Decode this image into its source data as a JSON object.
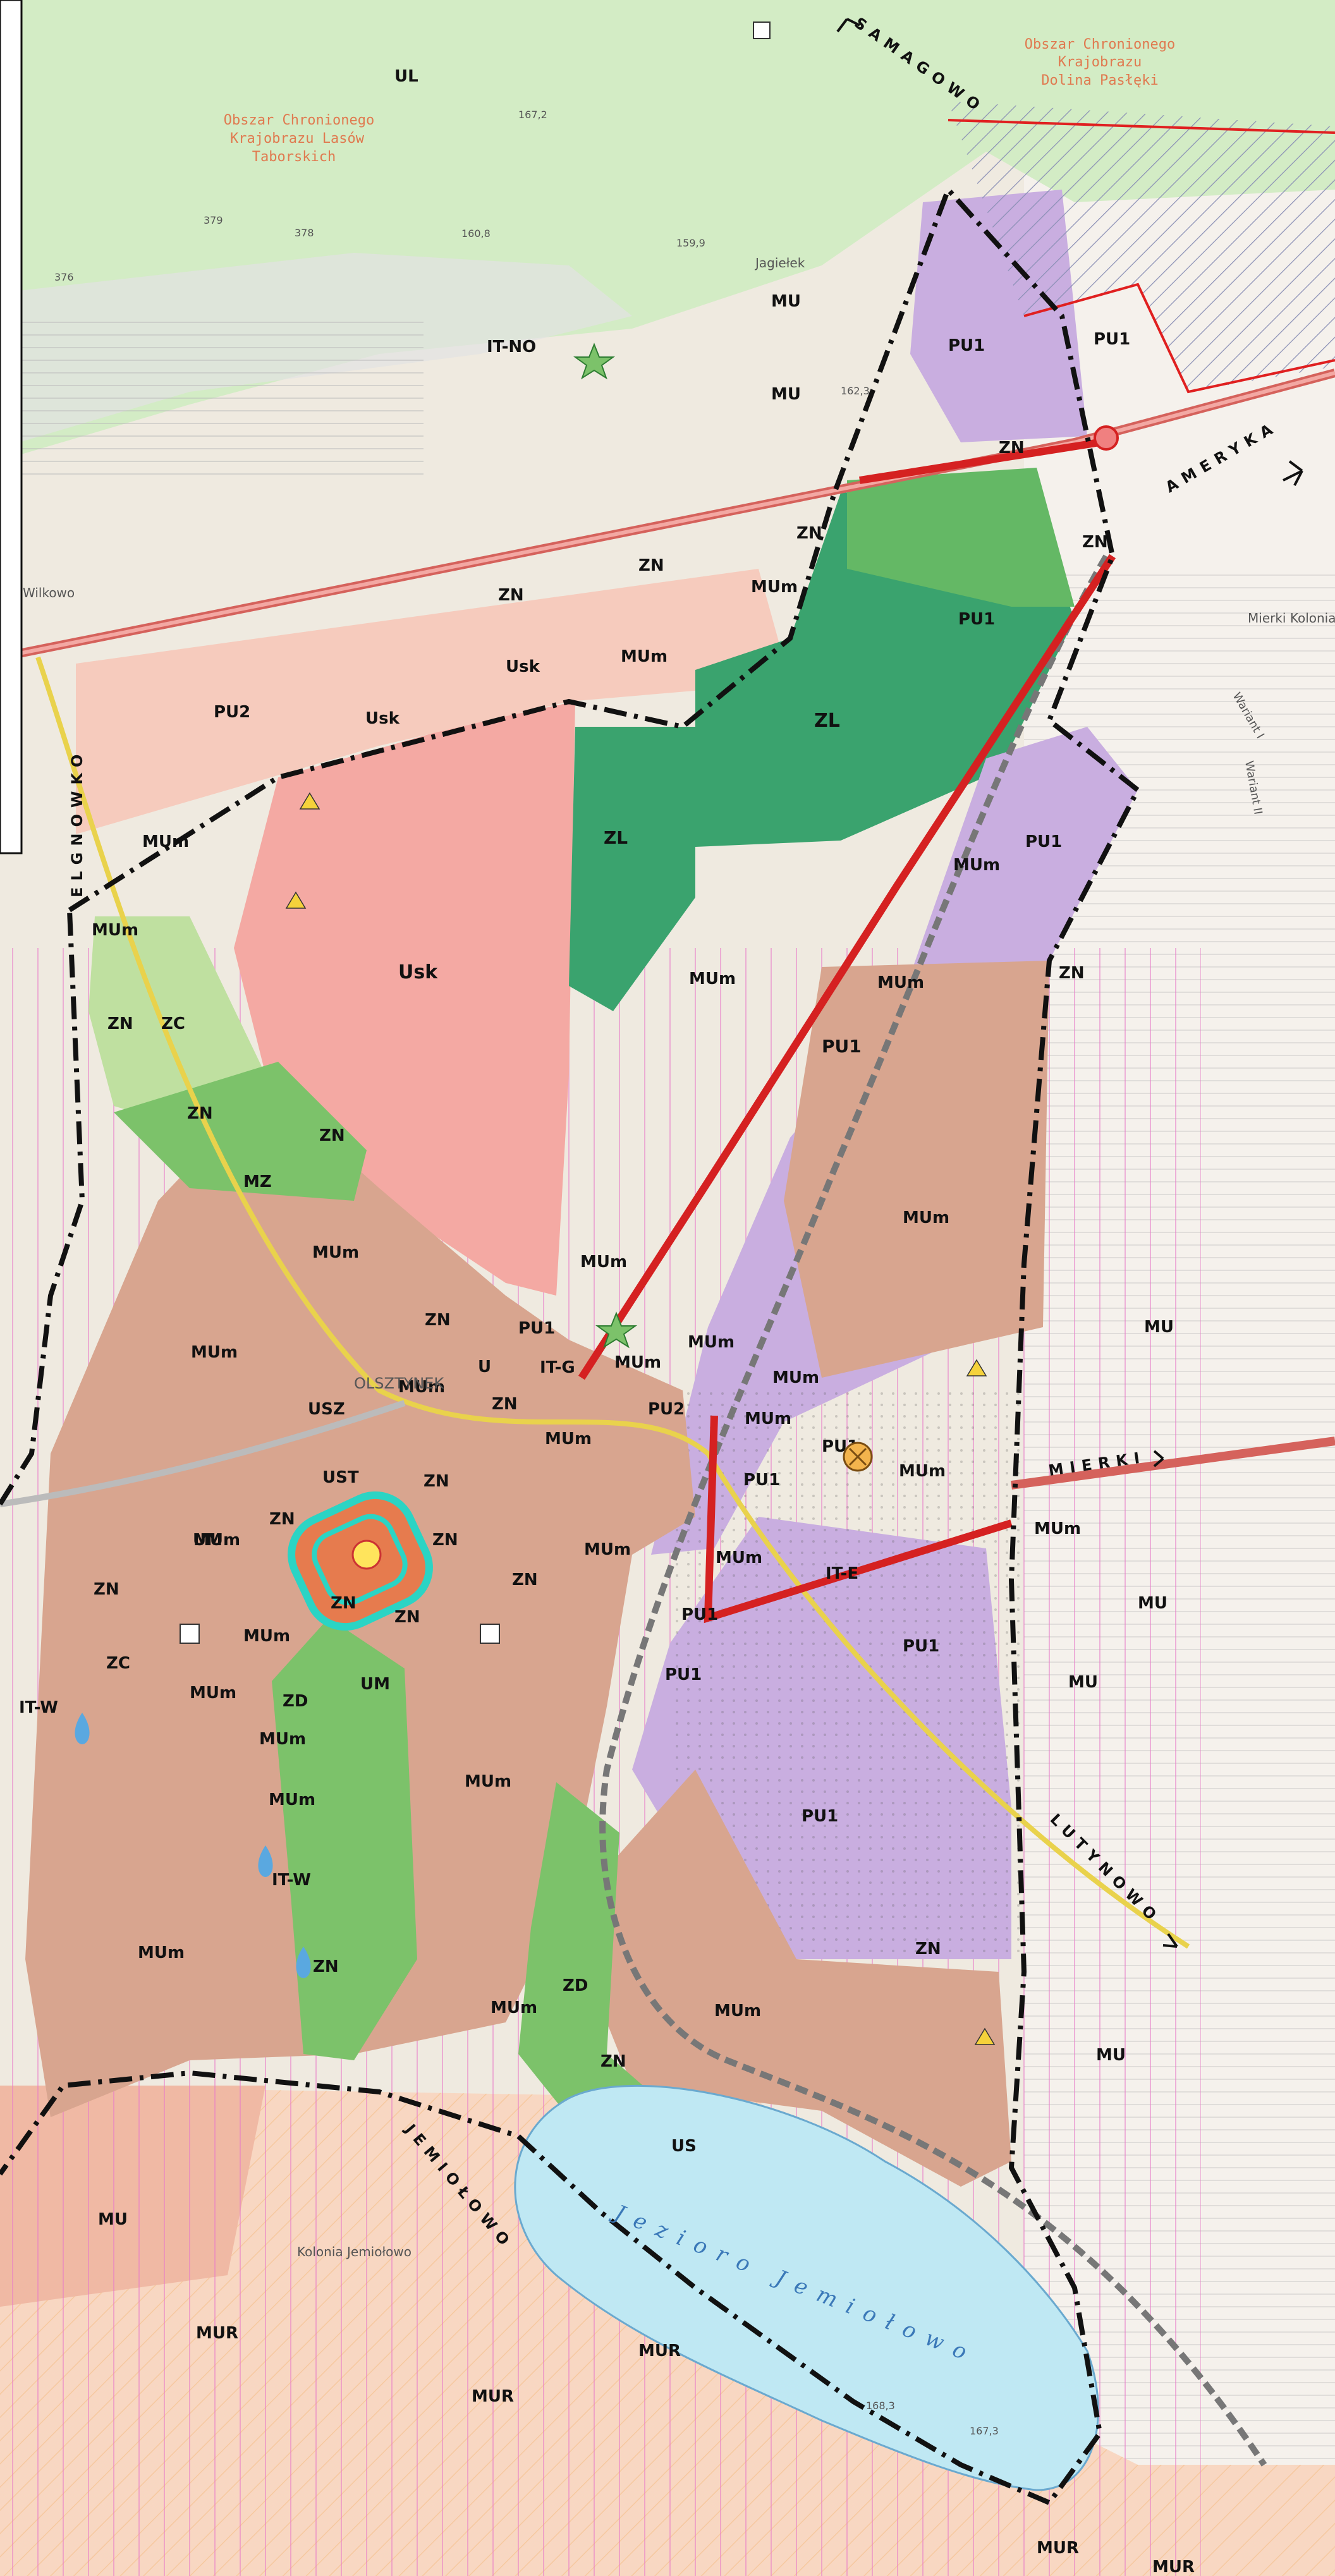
{
  "zones": {
    "pu1_north": "PU1",
    "pu1_hatched": "PU1",
    "zn_a": "ZN",
    "zn_b": "ZN",
    "pu1_c": "PU1",
    "zl_big": "ZL",
    "zl_left": "ZL",
    "pu1_e": "PU1",
    "zn_east": "ZN",
    "mum_a": "MUm",
    "mum_b": "MUm",
    "mum_c": "MUm",
    "pu1_f": "PU1",
    "mum_d": "MUm",
    "usk_main": "Usk",
    "usk_top": "Usk",
    "usk_top2": "Usk",
    "mum_top": "MUm",
    "zn_top1": "ZN",
    "zn_top2": "ZN",
    "zn_top3": "ZN",
    "pu2_left": "PU2",
    "mum_left_top": "MUm",
    "mum_w1": "MUm",
    "zn_w1": "ZN",
    "zc_w": "ZC",
    "zn_w2": "ZN",
    "zn_w3": "ZN",
    "mz": "MZ",
    "mum_w2": "MUm",
    "mum_w3": "MUm",
    "zn_c1": "ZN",
    "mum_c1": "MUm",
    "u": "U",
    "itg": "IT-G",
    "pu1_c2": "PU1",
    "mum_c2": "MUm",
    "mum_c3": "MUm",
    "mum_c4": "MUm",
    "usz": "USZ",
    "zn_c2": "ZN",
    "pu2_c": "PU2",
    "mum_c5": "MUm",
    "mum_c6": "MUm",
    "ust": "UST",
    "zn_c3": "ZN",
    "zn_c4": "ZN",
    "pu1_c3": "PU1",
    "mum_c7": "MUm",
    "pu1_c4": "PU1",
    "mum_c8": "MUm",
    "mum_c9": "MUm",
    "um": "UM",
    "zn_c5": "ZN",
    "zn_c6": "ZN",
    "zn_c7": "ZN",
    "mum_c10": "MUm",
    "ite": "IT-E",
    "zn_w4": "ZN",
    "mum_c11": "MUm",
    "mum_c12": "MUm",
    "zn_c8": "ZN",
    "pu1_c5": "PU1",
    "pu1_c6": "PU1",
    "pu1_c7": "PU1",
    "zc_w2": "ZC",
    "itw_l": "IT-W",
    "zd": "ZD",
    "um2": "UM",
    "mum_c13": "MUm",
    "mu_e1": "MU",
    "mum_c14": "MUm",
    "mum_c15": "MUm",
    "itw_c": "IT-W",
    "mum_c16": "MUm",
    "zn_c9": "ZN",
    "pu1_c8": "PU1",
    "zn_c10": "ZN",
    "zd2": "ZD",
    "mum_c17": "MUm",
    "mum_c18": "MUm",
    "zn_c11": "ZN",
    "mum_c19": "MUm",
    "us": "US",
    "mu_e2": "MU",
    "mu_e3": "MU",
    "mu_sw": "MU",
    "mur1": "MUR",
    "mur2": "MUR",
    "mur3": "MUR",
    "mur4": "MUR",
    "mur5": "MUR",
    "mu_top": "MU",
    "itno": "IT-NO",
    "mu_top2": "MU",
    "ul": "UL",
    "mum_top3": "MUm",
    "mu_e4": "MU"
  },
  "protected_areas": {
    "taborskich": [
      "Obszar Chronionego",
      "Krajobrazu Lasów",
      "Taborskich"
    ],
    "paszeki": [
      "Obszar Chronionego",
      "Krajobrazu",
      "Dolina Pasłęki"
    ]
  },
  "directions": {
    "samagowo": "SAMAGOWO",
    "ameryka": "AMERYKA",
    "elgnowko": "ELGNOWKO",
    "mierki": "MIERKI",
    "lutynowo": "LUTYNOWO",
    "jemiolowo": "JEMIOŁOWO"
  },
  "lake": "Jezioro Jemiołowo",
  "places": {
    "wilkowo": "Wilkowo",
    "jagielek": "Jagiełek",
    "mierki_kolonia": "Mierki Kolonia",
    "wariant1": "Wariant I",
    "wariant2": "Wariant II",
    "kolonia_jem": "Kolonia Jemiołowo",
    "olsztynek": "OLSZTYNEK"
  },
  "spot_heights": {
    "h1683": "168,3",
    "h1673": "167,3",
    "h379": "379",
    "h378": "378",
    "h376": "376",
    "h1608": "160,8",
    "h1599": "159,9",
    "h1623": "162,3",
    "h1672": "167,2"
  },
  "colors": {
    "MUm": "#d8a58f",
    "PU1": "#c9aee0",
    "ZN": "#7cc26a",
    "ZL": "#3aa36e",
    "Usk": "#f4a9a3",
    "ZC": "#bfe0a0",
    "forest": "#d3ecc5",
    "lake": "#bfe8f3",
    "boundary": "#111111",
    "road_red": "#d52121",
    "protected": "#e02020"
  }
}
